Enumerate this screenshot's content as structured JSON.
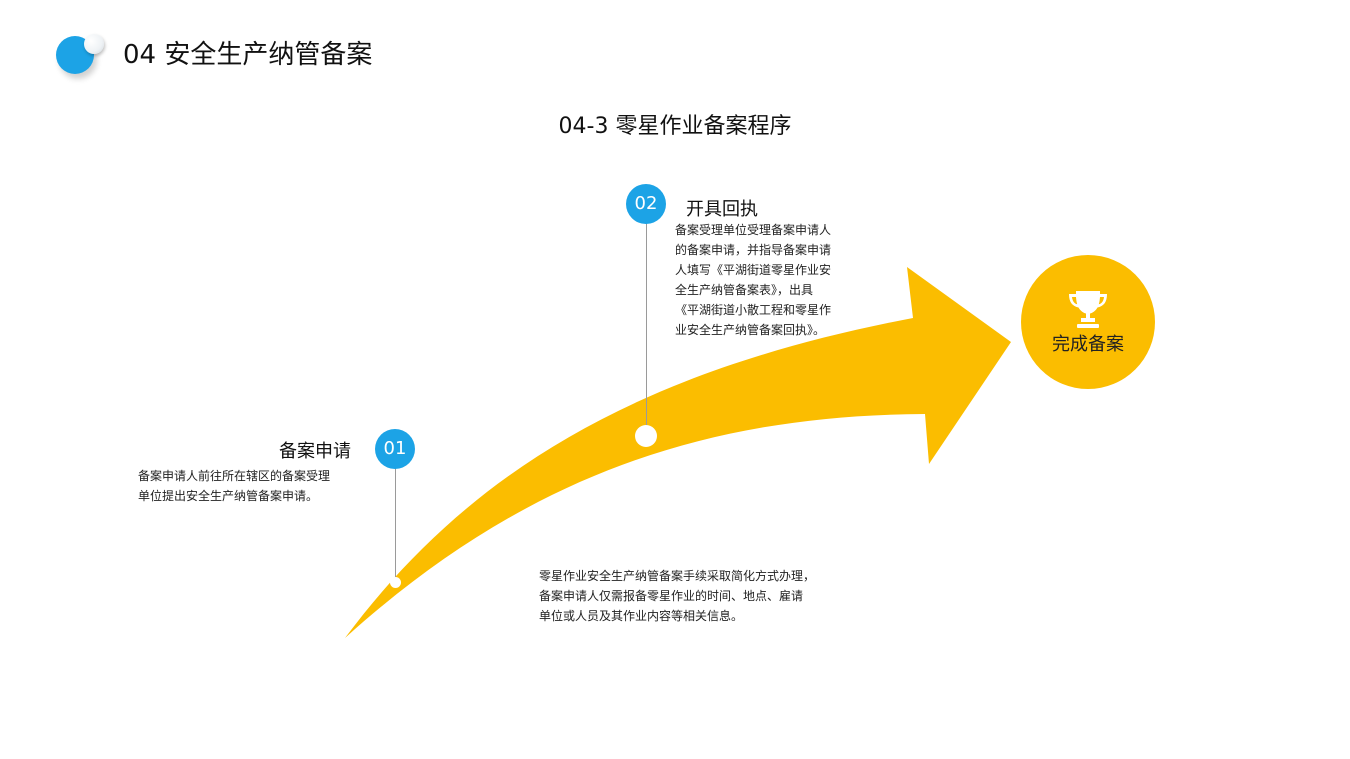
{
  "header": {
    "title": "04 安全生产纳管备案",
    "subtitle": "04-3 零星作业备案程序"
  },
  "steps": [
    {
      "number": "01",
      "title": "备案申请",
      "description": [
        "备案申请人前往所在辖区的备案受理",
        "单位提出安全生产纳管备案申请。"
      ]
    },
    {
      "number": "02",
      "title": "开具回执",
      "description": [
        "备案受理单位受理备案申请人",
        "的备案申请，并指导备案申请",
        "人填写《平湖街道零星作业安",
        "全生产纳管备案表》，出具",
        "《平湖街道小散工程和零星作",
        "业安全生产纳管备案回执》。"
      ]
    }
  ],
  "note": [
    "零星作业安全生产纳管备案手续采取简化方式办理，",
    "备案申请人仅需报备零星作业的时间、地点、雇请",
    "单位或人员及其作业内容等相关信息。"
  ],
  "goal": {
    "label": "完成备案",
    "icon": "trophy-icon"
  },
  "colors": {
    "accent_blue": "#1ca3e6",
    "arrow_yellow": "#fbbd00"
  }
}
